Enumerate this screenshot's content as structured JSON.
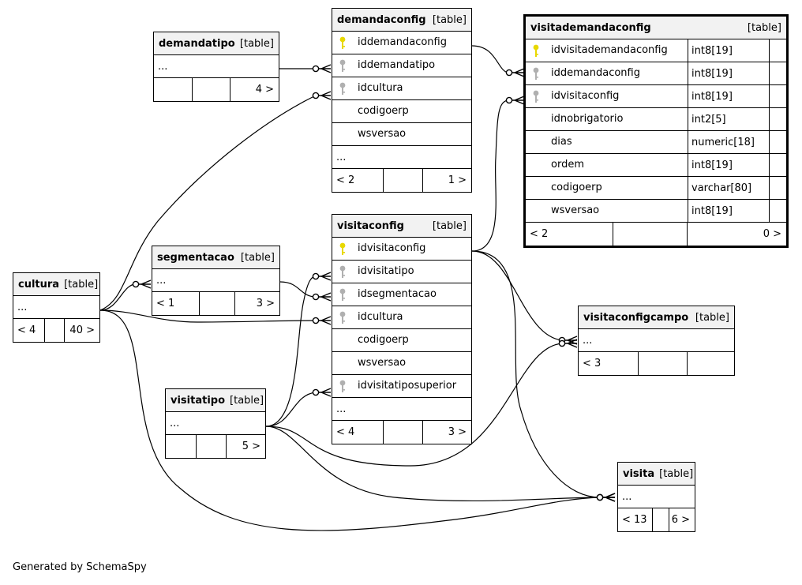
{
  "footer": "Generated by SchemaSpy",
  "colors": {
    "header_bg": "#f2f2f2",
    "primary_key": "#e8d800",
    "foreign_key": "#b0b0b0",
    "line": "#000000"
  },
  "tables": {
    "demandatipo": {
      "name": "demandatipo",
      "tag": "[table]",
      "columns": [],
      "ellipsis": "...",
      "nav": [
        "",
        "",
        "4 >"
      ]
    },
    "demandaconfig": {
      "name": "demandaconfig",
      "tag": "[table]",
      "columns": [
        {
          "name": "iddemandaconfig",
          "key": "primary"
        },
        {
          "name": "iddemandatipo",
          "key": "foreign"
        },
        {
          "name": "idcultura",
          "key": "foreign"
        },
        {
          "name": "codigoerp",
          "key": ""
        },
        {
          "name": "wsversao",
          "key": ""
        }
      ],
      "ellipsis": "...",
      "nav": [
        "< 2",
        "",
        "1 >"
      ]
    },
    "visitademandaconfig": {
      "name": "visitademandaconfig",
      "tag": "[table]",
      "columns": [
        {
          "name": "idvisitademandaconfig",
          "key": "primary",
          "type": "int8[19]"
        },
        {
          "name": "iddemandaconfig",
          "key": "foreign",
          "type": "int8[19]"
        },
        {
          "name": "idvisitaconfig",
          "key": "foreign",
          "type": "int8[19]"
        },
        {
          "name": "idnobrigatorio",
          "key": "",
          "type": "int2[5]"
        },
        {
          "name": "dias",
          "key": "",
          "type": "numeric[18]"
        },
        {
          "name": "ordem",
          "key": "",
          "type": "int8[19]"
        },
        {
          "name": "codigoerp",
          "key": "",
          "type": "varchar[80]"
        },
        {
          "name": "wsversao",
          "key": "",
          "type": "int8[19]"
        }
      ],
      "nav": [
        "< 2",
        "",
        "0 >"
      ]
    },
    "segmentacao": {
      "name": "segmentacao",
      "tag": "[table]",
      "columns": [],
      "ellipsis": "...",
      "nav": [
        "< 1",
        "",
        "3 >"
      ]
    },
    "cultura": {
      "name": "cultura",
      "tag": "[table]",
      "columns": [],
      "ellipsis": "...",
      "nav": [
        "< 4",
        "",
        "40 >"
      ]
    },
    "visitaconfig": {
      "name": "visitaconfig",
      "tag": "[table]",
      "columns": [
        {
          "name": "idvisitaconfig",
          "key": "primary"
        },
        {
          "name": "idvisitatipo",
          "key": "foreign"
        },
        {
          "name": "idsegmentacao",
          "key": "foreign"
        },
        {
          "name": "idcultura",
          "key": "foreign"
        },
        {
          "name": "codigoerp",
          "key": ""
        },
        {
          "name": "wsversao",
          "key": ""
        },
        {
          "name": "idvisitatiposuperior",
          "key": "foreign"
        }
      ],
      "ellipsis": "...",
      "nav": [
        "< 4",
        "",
        "3 >"
      ]
    },
    "visitaconfigcampo": {
      "name": "visitaconfigcampo",
      "tag": "[table]",
      "columns": [],
      "ellipsis": "...",
      "nav": [
        "< 3",
        "",
        ""
      ]
    },
    "visitatipo": {
      "name": "visitatipo",
      "tag": "[table]",
      "columns": [],
      "ellipsis": "...",
      "nav": [
        "",
        "",
        "5 >"
      ]
    },
    "visita": {
      "name": "visita",
      "tag": "[table]",
      "columns": [],
      "ellipsis": "...",
      "nav": [
        "< 13",
        "",
        "6 >"
      ]
    }
  }
}
